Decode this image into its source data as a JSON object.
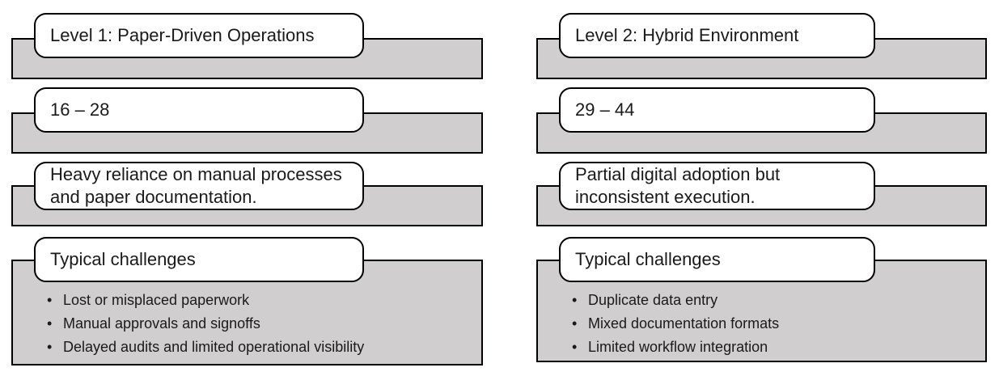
{
  "bullet_glyph": "•",
  "colors": {
    "band_fill": "#d0cece",
    "shape_border": "#000000",
    "label_fill": "#ffffff",
    "text": "#1a1a1a"
  },
  "levels": [
    {
      "title": "Level 1: Paper-Driven Operations",
      "score_range": "16 – 28",
      "description": "Heavy reliance on manual processes\nand paper documentation.",
      "challenges_title": "Typical challenges",
      "challenges": [
        "Lost or misplaced paperwork",
        "Manual approvals and signoffs",
        "Delayed audits and limited operational visibility"
      ]
    },
    {
      "title": "Level 2: Hybrid Environment",
      "score_range": "29 – 44",
      "description": "Partial digital adoption but\ninconsistent execution.",
      "challenges_title": "Typical challenges",
      "challenges": [
        "Duplicate data entry",
        "Mixed documentation formats",
        "Limited workflow integration"
      ]
    }
  ]
}
